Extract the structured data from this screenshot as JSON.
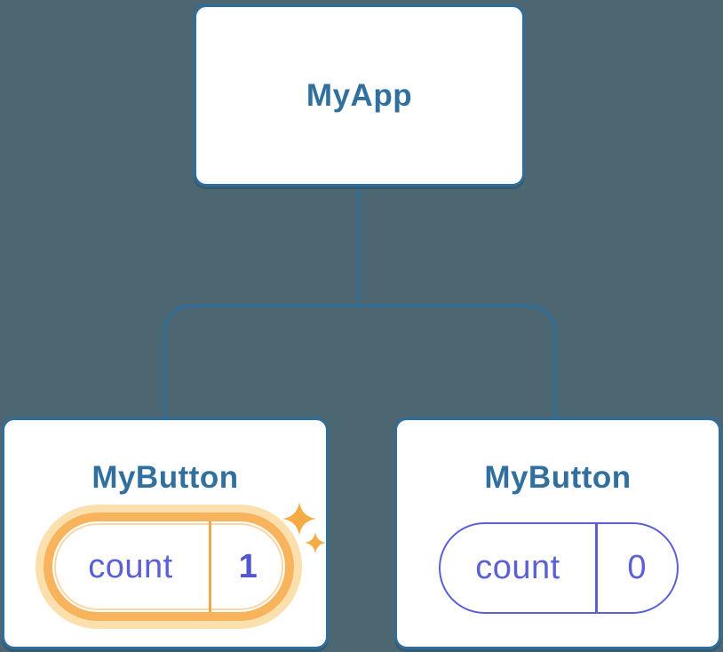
{
  "diagram": {
    "type": "component-tree",
    "root": {
      "label": "MyApp"
    },
    "children": [
      {
        "label": "MyButton",
        "state": {
          "key": "count",
          "value": "1"
        },
        "highlighted": true,
        "icons": [
          "sparkle-icon",
          "sparkle-icon"
        ]
      },
      {
        "label": "MyButton",
        "state": {
          "key": "count",
          "value": "0"
        },
        "highlighted": false
      }
    ]
  },
  "colors": {
    "background": "#4C6771",
    "card_background": "#FFFFFF",
    "card_border_blue": "#2F6E9B",
    "node_title_blue": "#31709E",
    "connector_blue": "#2F6E9B",
    "state_purple": "#5B60D4",
    "highlight_orange": "#F8B45C",
    "highlight_halo": "#FBDFAD",
    "sparkle_orange": "#F6AC45"
  }
}
